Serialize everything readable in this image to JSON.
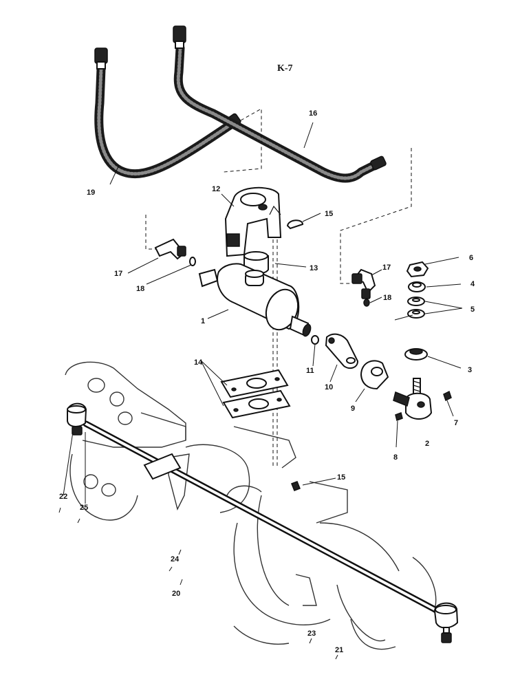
{
  "diagram": {
    "title": "K-7",
    "callouts": {
      "c1": "1",
      "c2": "2",
      "c3": "3",
      "c4": "4",
      "c5": "5",
      "c6": "6",
      "c7": "7",
      "c8": "8",
      "c9": "9",
      "c10": "10",
      "c11": "11",
      "c12": "12",
      "c13": "13",
      "c14": "14",
      "c15a": "15",
      "c15b": "15",
      "c16": "16",
      "c17a": "17",
      "c17b": "17",
      "c18a": "18",
      "c18b": "18",
      "c19": "19",
      "c20": "20",
      "c21": "21",
      "c22": "22",
      "c23": "23",
      "c24": "24",
      "c25": "25"
    }
  }
}
